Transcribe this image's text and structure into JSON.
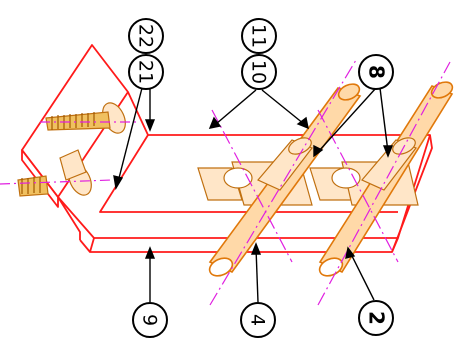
{
  "callouts": {
    "c22": "22",
    "c21": "21",
    "c11": "11",
    "c10": "10",
    "c8": "8",
    "c9": "9",
    "c4": "4",
    "c2": "2"
  },
  "colors": {
    "outline": "#ff1a1a",
    "pipe": "#e0780a",
    "pipe_fill": "#ffd9a8",
    "clamp_fill": "#ffe6c8",
    "centerline": "#e020e0",
    "screw_fill": "#f0c060",
    "leader": "#000000"
  }
}
